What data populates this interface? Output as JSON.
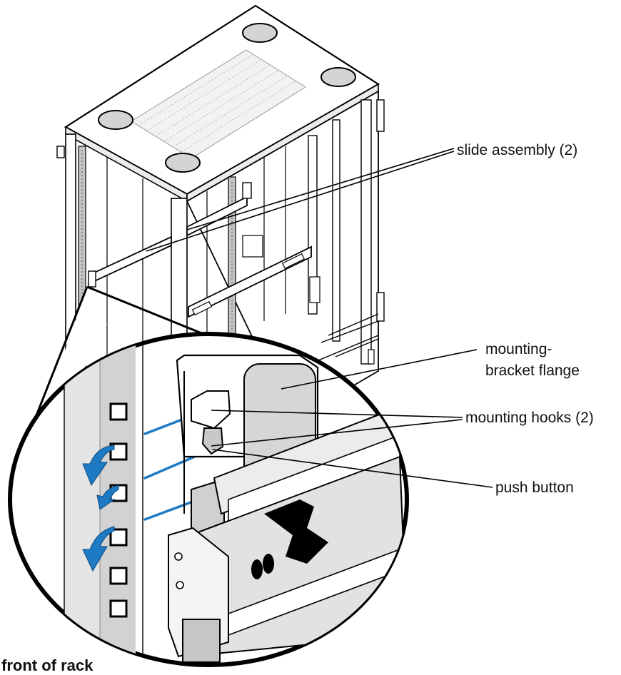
{
  "figure": {
    "labels": {
      "slide_assembly": "slide assembly (2)",
      "mounting_bracket_flange_line1": "mounting-",
      "mounting_bracket_flange_line2": "bracket flange",
      "mounting_hooks": "mounting hooks (2)",
      "push_button": "push button"
    },
    "caption": "front of rack",
    "colors": {
      "arrow_blue": "#1f7ac4",
      "outline": "#000000",
      "metal": "#d9d9d9"
    },
    "icons": [
      "down-left-arrow-icon"
    ]
  }
}
